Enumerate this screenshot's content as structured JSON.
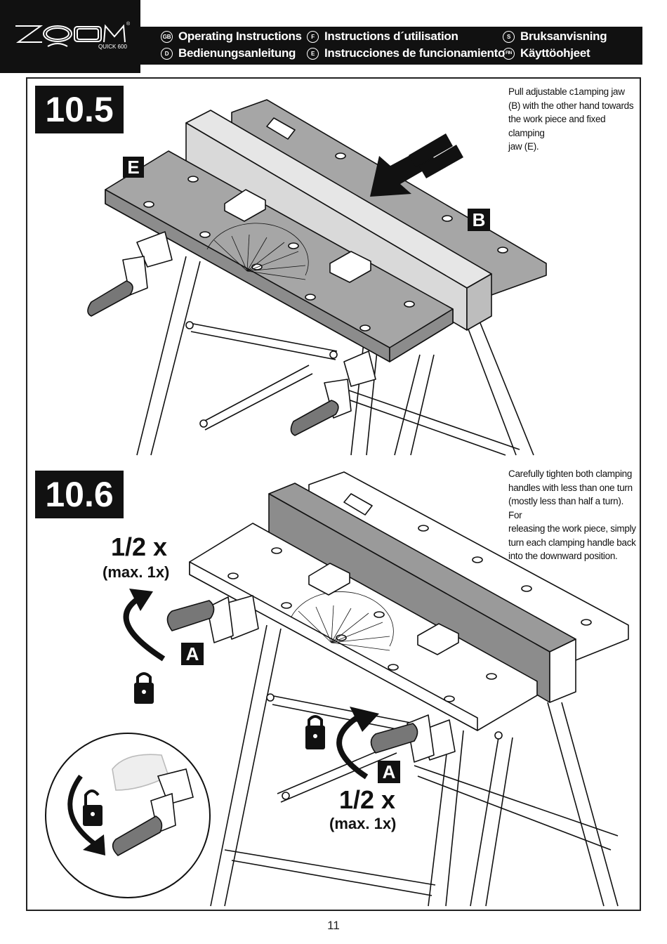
{
  "brand": {
    "name": "ZOOM",
    "model": "QUICK 600",
    "registered": "®"
  },
  "languages": [
    {
      "code": "GB",
      "label": "Operating Instructions"
    },
    {
      "code": "D",
      "label": "Bedienungsanleitung"
    },
    {
      "code": "F",
      "label": "Instructions d´utilisation"
    },
    {
      "code": "E",
      "label": "Instrucciones de funcionamiento"
    },
    {
      "code": "S",
      "label": "Bruksanvisning"
    },
    {
      "code": "FIN",
      "label": "Käyttöohjeet"
    }
  ],
  "steps": [
    {
      "number": "10.5",
      "instruction_lines": [
        "Pull adjustable c1amping jaw",
        "(B) with the other hand towards",
        "the work piece and fixed clamping",
        "jaw (E)."
      ],
      "labels": [
        "E",
        "B"
      ]
    },
    {
      "number": "10.6",
      "instruction_lines": [
        "Carefully tighten both clamping",
        "handles with less than one turn",
        "(mostly less than half a turn). For",
        "releasing the work piece, simply",
        "turn each clamping handle back",
        "into the downward position."
      ],
      "labels": [
        "A",
        "A"
      ],
      "turn_amount": "1/2 x",
      "turn_max": "(max. 1x)"
    }
  ],
  "page_number": "11",
  "colors": {
    "header": "#111111",
    "jaw_light": "#d9d9d9",
    "jaw_dark": "#8c8c8c",
    "bench_top": "#a6a6a6",
    "bench_top_light": "#ffffff"
  },
  "icons": [
    "lock-icon",
    "unlock-icon",
    "rotate-arrow-icon",
    "push-arrow-icon"
  ]
}
